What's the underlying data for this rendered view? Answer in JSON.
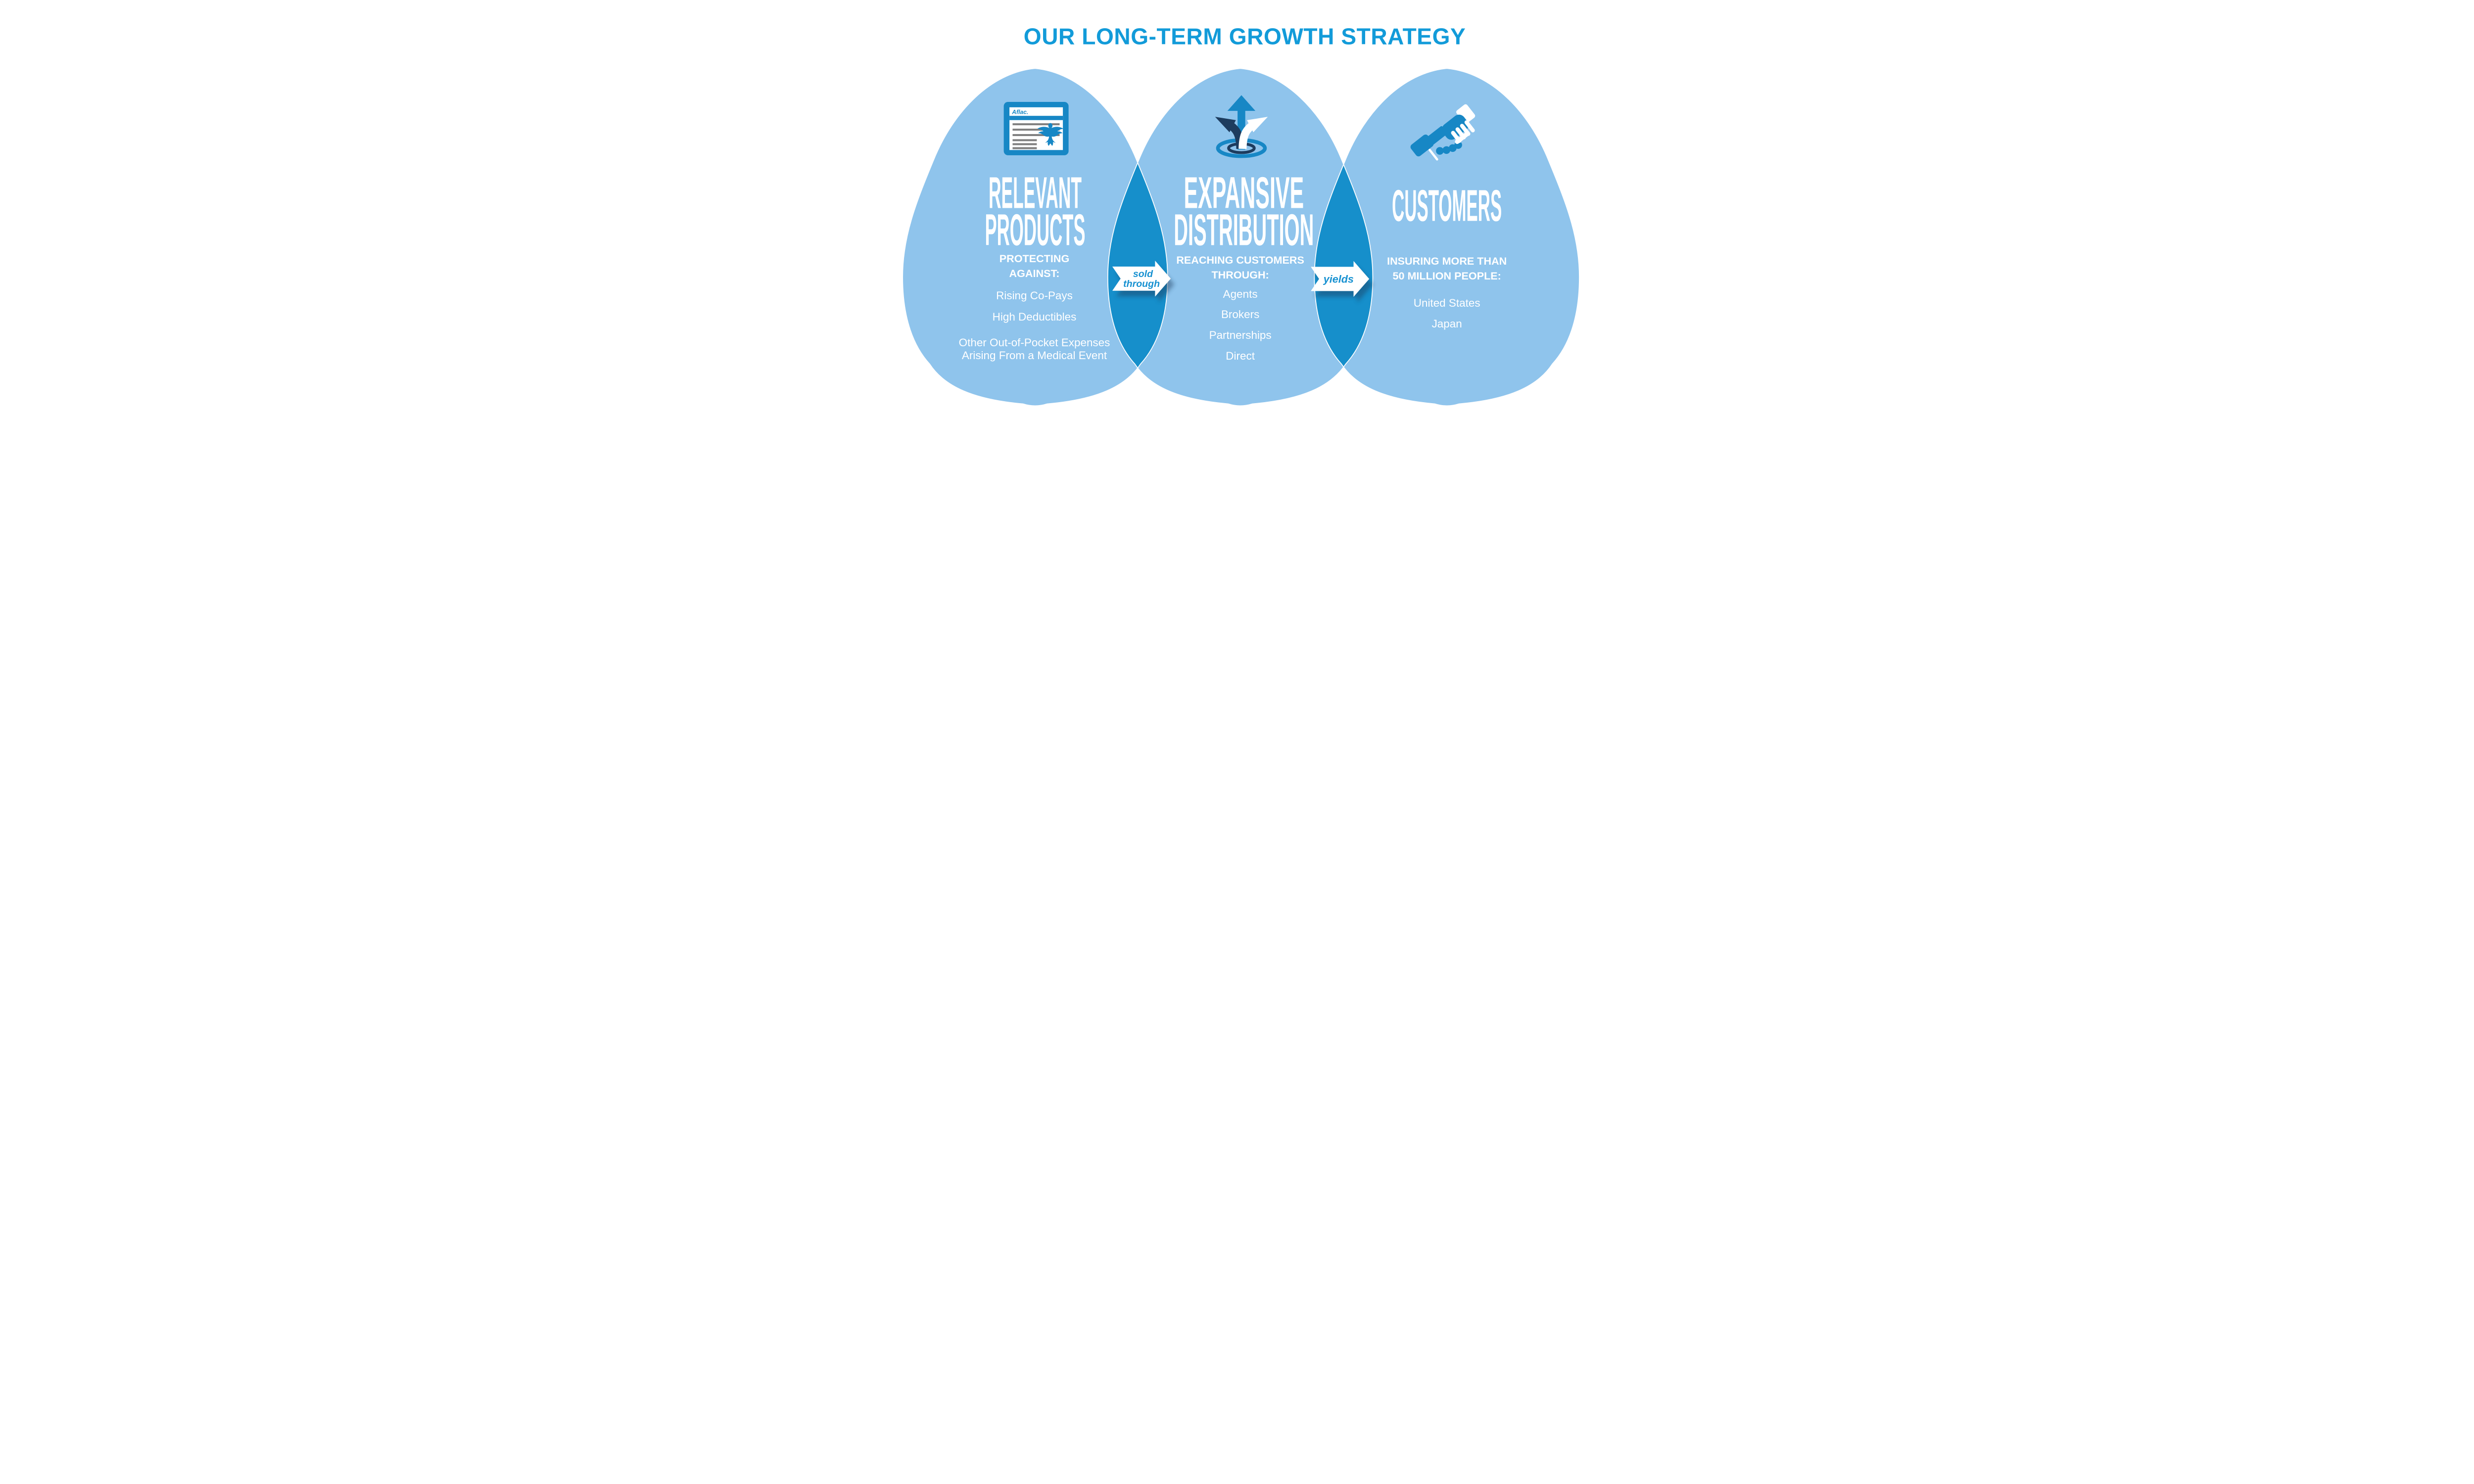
{
  "title": "OUR LONG-TERM GROWTH STRATEGY",
  "colors": {
    "title_blue": "#129BD9",
    "egg_light": "#8FC4EC",
    "overlap_blue": "#168FCB",
    "icon_blue": "#1787C5",
    "navy": "#1D3C5E",
    "gray": "#7F7F7F",
    "white": "#FFFFFF",
    "arrow_label_blue": "#1791D1",
    "shadow": "#1A3A5C"
  },
  "eggs": [
    {
      "name": "Relevant Products",
      "icon": "aflac-policy-document-icon",
      "logo_text": "Aflac.",
      "title_lines": [
        "RELEVANT",
        "PRODUCTS"
      ],
      "heading_lines": [
        "PROTECTING",
        "AGAINST:"
      ],
      "items": [
        [
          "Rising Co-Pays"
        ],
        [
          "High Deductibles"
        ],
        [
          "Other Out-of-Pocket Expenses",
          "Arising From a Medical Event"
        ]
      ]
    },
    {
      "name": "Expansive Distribution",
      "icon": "diverging-arrows-icon",
      "title_lines": [
        "EXPANSIVE",
        "DISTRIBUTION"
      ],
      "heading_lines": [
        "REACHING CUSTOMERS",
        "THROUGH:"
      ],
      "items": [
        [
          "Agents"
        ],
        [
          "Brokers"
        ],
        [
          "Partnerships"
        ],
        [
          "Direct"
        ]
      ]
    },
    {
      "name": "Customers",
      "icon": "handshake-icon",
      "title_lines": [
        "CUSTOMERS"
      ],
      "heading_lines": [
        "INSURING MORE THAN",
        "50 MILLION PEOPLE:"
      ],
      "items": [
        [
          "United States"
        ],
        [
          "Japan"
        ]
      ]
    }
  ],
  "connectors": [
    {
      "label_lines": [
        "sold",
        "through"
      ]
    },
    {
      "label_lines": [
        "yields"
      ]
    }
  ]
}
